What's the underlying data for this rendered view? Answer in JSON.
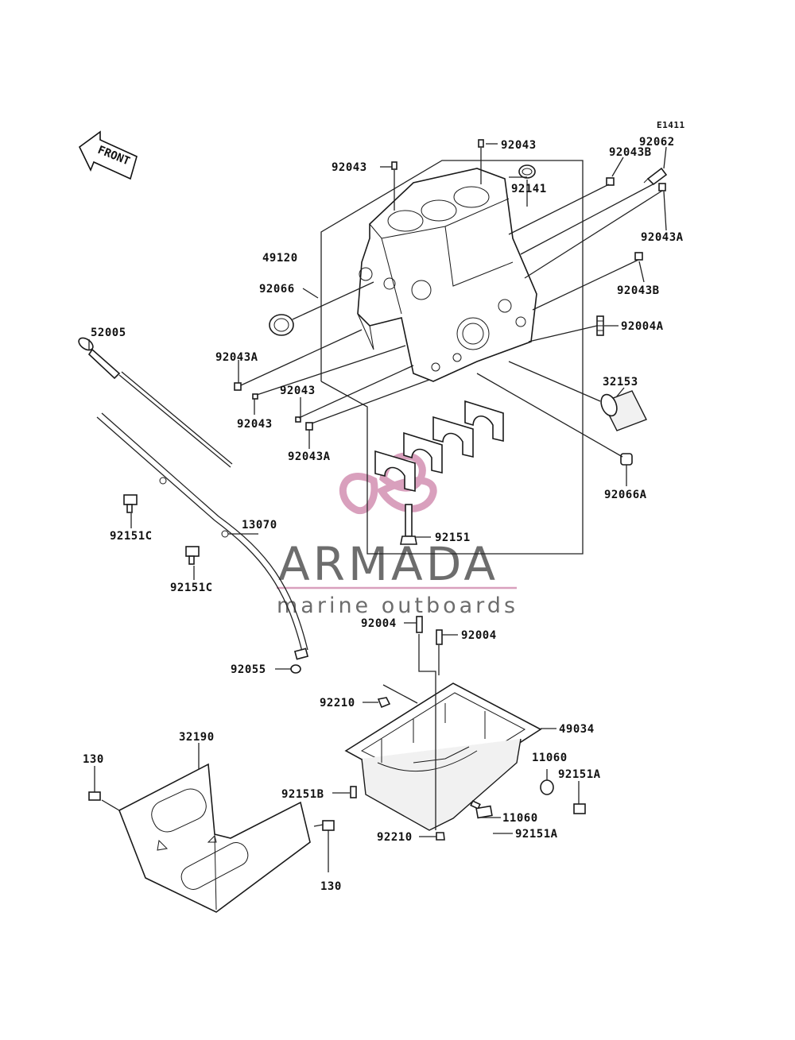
{
  "diagram_code": "E1411",
  "front_label": "FRONT",
  "watermark": {
    "brand": "ARMADA",
    "tagline": "marine outboards",
    "pink": "#d9a0bd",
    "gray": "#6d6d6d"
  },
  "part_labels": {
    "p92043_top": "92043",
    "p92043_left_top": "92043",
    "p92043B_top": "92043B",
    "p92062": "92062",
    "p92141": "92141",
    "p92043A_right": "92043A",
    "p49120": "49120",
    "p92066": "92066",
    "p92043B_right": "92043B",
    "p92004A": "92004A",
    "p52005": "52005",
    "p92043A_left": "92043A",
    "p92043_mid1": "92043",
    "p92043_mid2": "92043",
    "p92043A_mid": "92043A",
    "p32153": "32153",
    "p92066A": "92066A",
    "p92151C_1": "92151C",
    "p13070": "13070",
    "p92151": "92151",
    "p92151C_2": "92151C",
    "p92004_1": "92004",
    "p92004_2": "92004",
    "p92055": "92055",
    "p92210_1": "92210",
    "p49034": "49034",
    "p32190": "32190",
    "p130_1": "130",
    "p11060_1": "11060",
    "p92151A_1": "92151A",
    "p92151B": "92151B",
    "p11060_2": "11060",
    "p92210_2": "92210",
    "p92151A_2": "92151A",
    "p130_2": "130"
  }
}
